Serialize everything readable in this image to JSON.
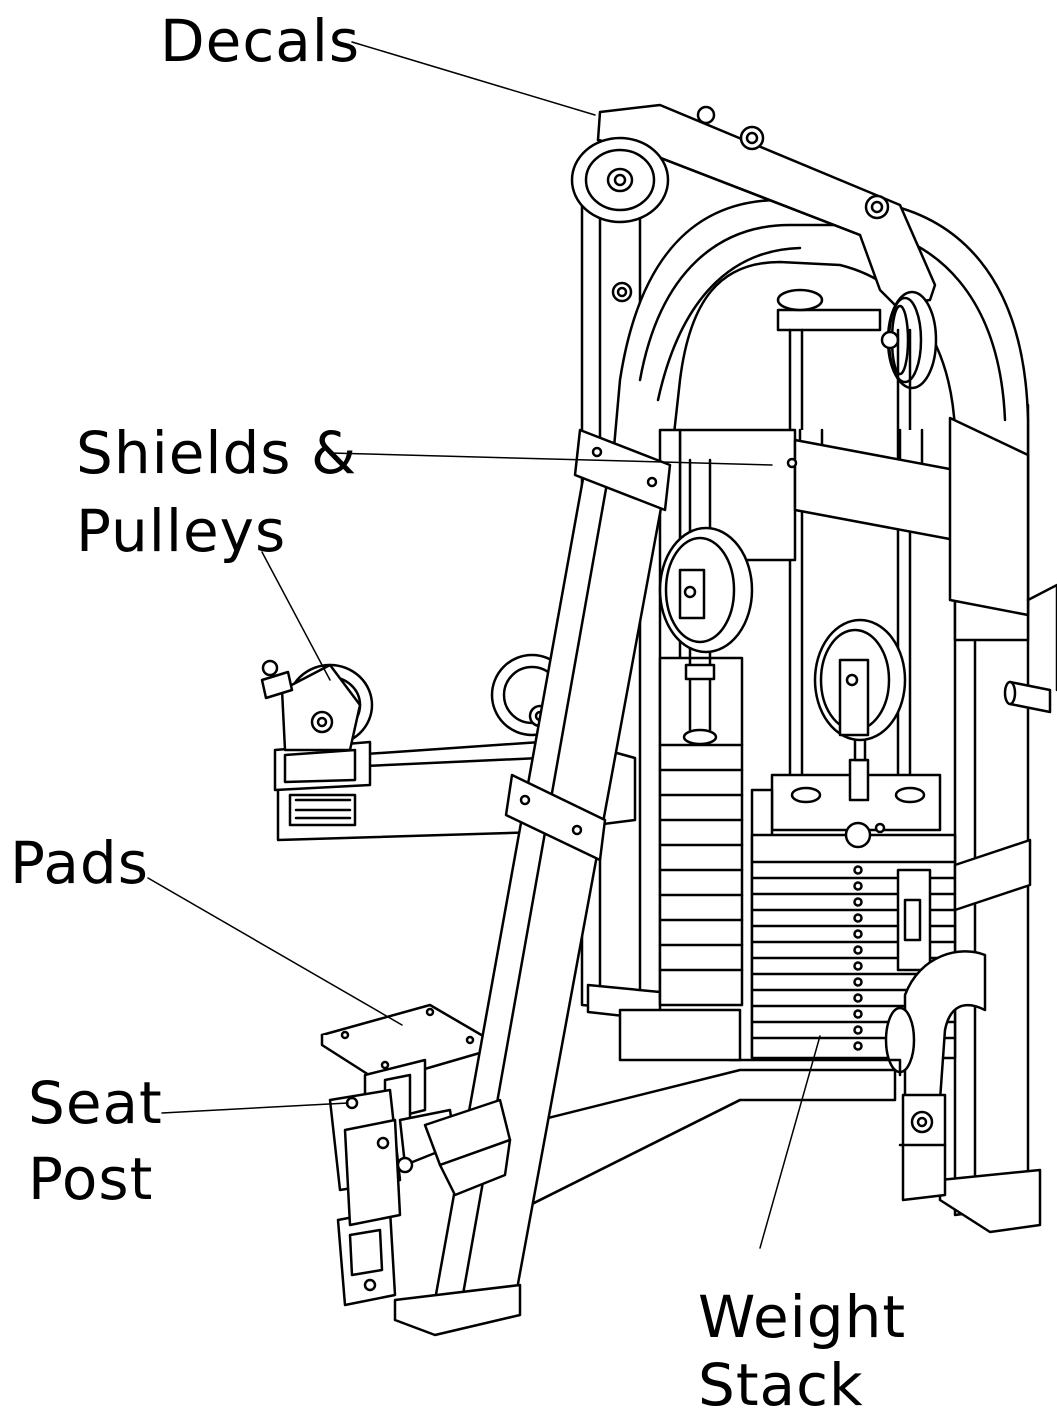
{
  "colors": {
    "ink": "#000000",
    "paper": "#ffffff"
  },
  "labels": {
    "decals": "Decals",
    "shields_line1": "Shields &",
    "shields_line2": "Pulleys",
    "pads": "Pads",
    "seat_line1": "Seat",
    "seat_line2": "Post",
    "weight_line1": "Weight",
    "weight_line2": "Stack"
  }
}
